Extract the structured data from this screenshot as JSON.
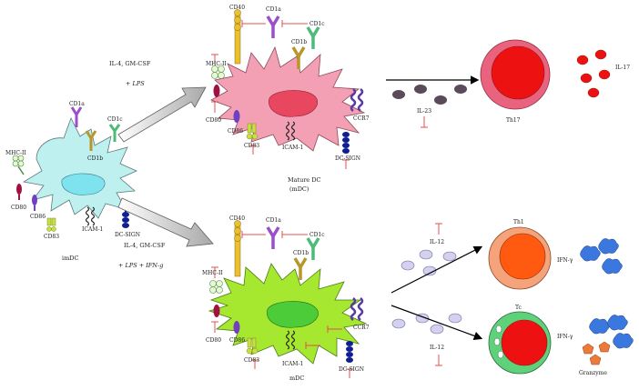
{
  "labels": {
    "imdc": "imDC",
    "mature_dc": "Mature DC",
    "mature_dc_abbr": "(mDC)",
    "mdc_bottom": "mDC",
    "condition_top_1": "IL-4, GM-CSF",
    "condition_top_2": "+ LPS",
    "condition_bottom_1": "IL-4, GM-CSF",
    "condition_bottom_2": "+ LPS + IFN-g",
    "il23": "IL-23",
    "il12_top": "IL-12",
    "il12_bottom": "IL-12",
    "th17": "Th17",
    "il17": "IL-17",
    "th1": "Th1",
    "tc": "Tc",
    "ifn_top": "IFN-γ",
    "ifn_bottom": "IFN-γ",
    "granzyme": "Granzyme"
  },
  "markers": {
    "imdc": [
      "MHC-II",
      "CD1a",
      "CD1c",
      "CD1b",
      "CD80",
      "CD86",
      "CD83",
      "ICAM-1",
      "DC-SIGN"
    ],
    "mdc_top": [
      "CD40",
      "CD1a",
      "CD1c",
      "CD1b",
      "MHC-II",
      "CD80",
      "CD86",
      "CD83",
      "ICAM-1",
      "CCR7",
      "DC-SIGN"
    ],
    "mdc_bottom": [
      "CD40",
      "CD1a",
      "CD1c",
      "CD1b",
      "MHC-II",
      "CD80",
      "CD86",
      "CD83",
      "ICAM-1",
      "CCR7",
      "DC-SIGN"
    ]
  },
  "colors": {
    "imdc_body": "#bff0f0",
    "imdc_nucleus": "#7fe3ef",
    "mdc_top_body": "#f4a0b4",
    "mdc_top_nucleus": "#e8475f",
    "mdc_bottom_body": "#a6e830",
    "mdc_bottom_nucleus": "#4dcc3a",
    "th17_outer": "#e9637e",
    "th17_inner": "#ee1111",
    "th1_outer": "#f5a37a",
    "th1_inner": "#ff5a10",
    "tc_outer": "#5fd17a",
    "tc_inner": "#ee1111",
    "inhibition": "#e05050",
    "cd1a": "#9b4fc8",
    "cd1b": "#b8962a",
    "cd1c": "#4dba7a",
    "cd40": "#e8c030",
    "cd80": "#a01040",
    "cd86": "#7040c0",
    "cd83": "#c8e040",
    "icam": "#202020",
    "dcsign": "#102090",
    "ccr7": "#5a3aa0",
    "il23_particle": "#5a4a5a",
    "il12_particle": "#d4d0f0",
    "il17_particle": "#ee1111",
    "ifn_particle": "#3a78e0",
    "granzyme_particle": "#ee7a3a"
  },
  "icons": [
    "arrow-icon",
    "inhibition-icon",
    "receptor-icon"
  ]
}
